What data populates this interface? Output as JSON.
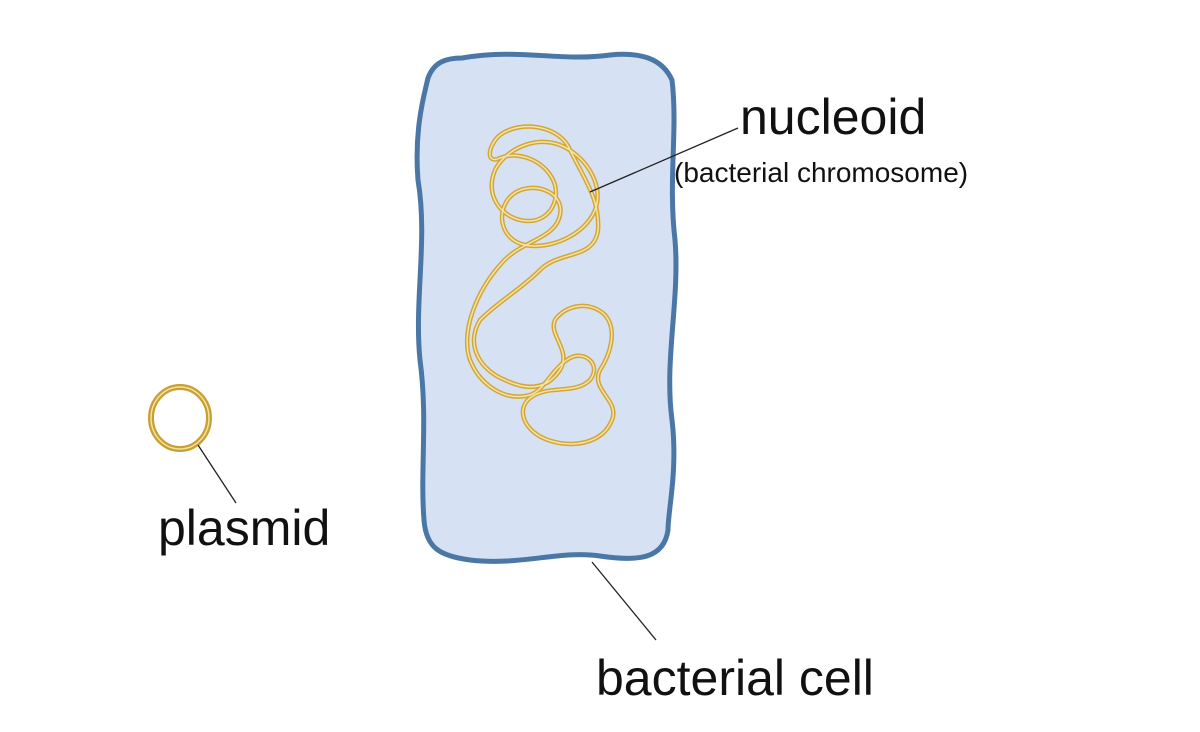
{
  "labels": {
    "nucleoid": "nucleoid",
    "nucleoid_sub": "(bacterial chromosome)",
    "plasmid": "plasmid",
    "cell": "bacterial cell"
  },
  "colors": {
    "cell_fill": "#d6e2f3",
    "cell_outline": "#4a77a6",
    "dna": "#d4a733",
    "plasmid": "#c9a030",
    "leader_line": "#222222",
    "text": "#111111"
  }
}
